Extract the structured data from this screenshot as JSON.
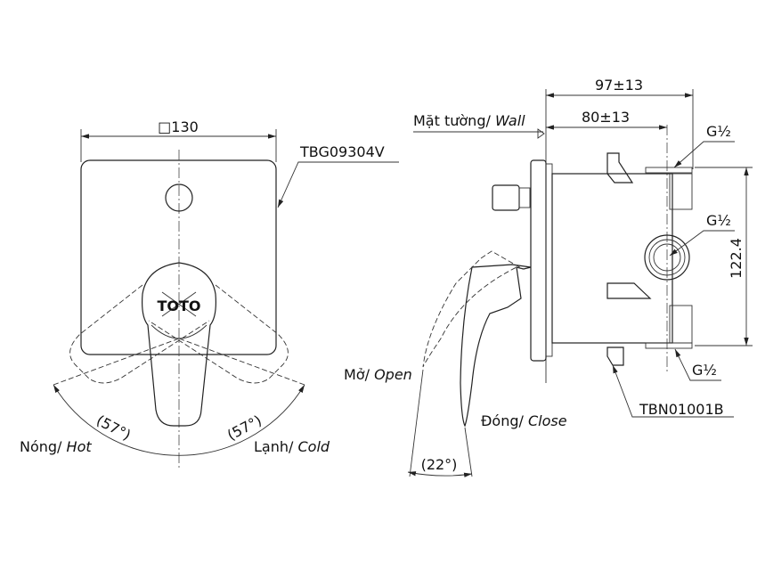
{
  "front_view": {
    "plate_dimension": "□130",
    "plate_model": "TBG09304V",
    "logo": "TOTO",
    "angle_hot": "(57°)",
    "angle_cold": "(57°)",
    "hot_label_vi": "Nóng/",
    "hot_label_en": "Hot",
    "cold_label_vi": "Lạnh/",
    "cold_label_en": "Cold"
  },
  "side_view": {
    "dim_total": "97±13",
    "dim_body": "80±13",
    "wall_label_vi": "Mặt tường/",
    "wall_label_en": "Wall",
    "port_top": "G½",
    "port_middle": "G½",
    "port_bottom": "G½",
    "dim_height": "122.4",
    "body_model": "TBN01001B",
    "open_label_vi": "Mở/",
    "open_label_en": "Open",
    "close_label_vi": "Đóng/",
    "close_label_en": "Close",
    "angle_open": "(22°)"
  }
}
